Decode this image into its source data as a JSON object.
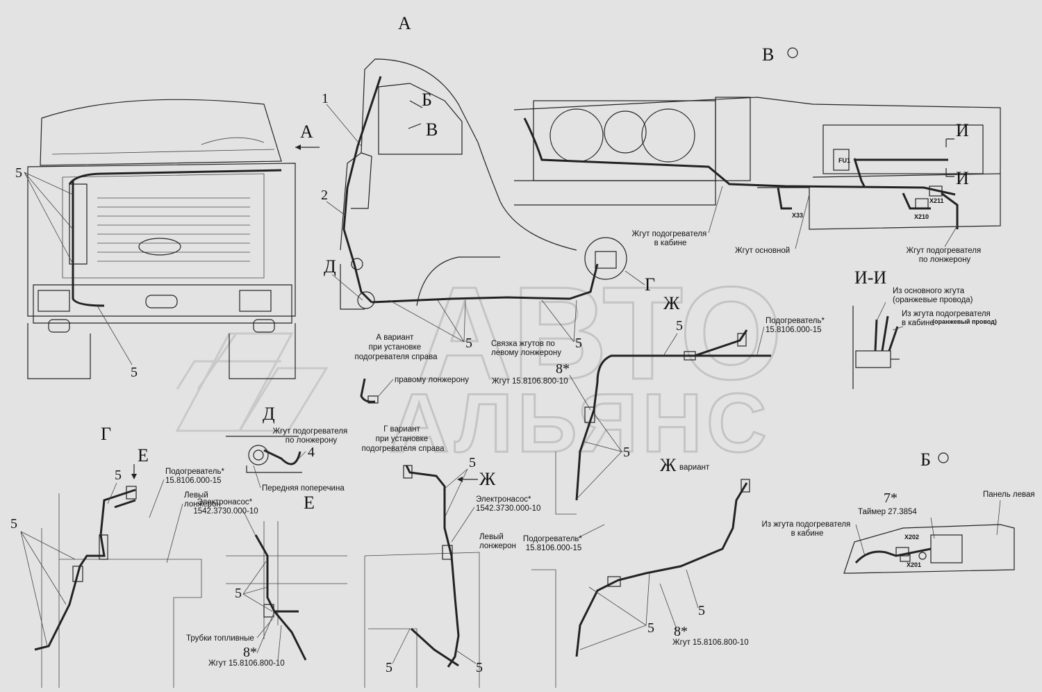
{
  "views": {
    "A": "А",
    "A_arrow": "А",
    "B_view": "В",
    "B_mark": "В",
    "Bv_view": "Б",
    "Bv_mark": "Б",
    "G_mark": "Г",
    "G_view": "Г",
    "D_mark": "Д",
    "D_view": "Д",
    "E_mark": "Е",
    "E_view": "Е",
    "Zh_mark": "Ж",
    "Zh_view": "Ж",
    "Zh_variant": "Ж",
    "I_top": "И",
    "I_bottom": "И",
    "I_section": "И-И"
  },
  "labels": {
    "heater_harness_cab": [
      "Жгут подогревателя",
      "в кабине"
    ],
    "main_harness": "Жгут основной",
    "heater_harness_rail": [
      "Жгут подогревателя",
      "по лонжерону"
    ],
    "from_main_harness": [
      "Из основного жгута",
      "(оранжевые провода)"
    ],
    "from_heater_harness_cab": [
      "Из жгута подогревателя",
      "в кабине"
    ],
    "orange_wire": "(оранжевый провод)",
    "heater_1": [
      "Подогреватель*",
      "15.8106.000-15"
    ],
    "harness_ties": [
      "Связка жгутов по",
      "левому лонжерону"
    ],
    "variant_a": [
      "А вариант",
      "при установке",
      "подогревателя справа"
    ],
    "right_rail": "правому лонжерону",
    "harness_8106": "Жгут 15.8106.800-10",
    "harness_rail_d": [
      "Жгут подогревателя",
      "по лонжерону"
    ],
    "front_crossmember": "Передняя поперечина",
    "variant_g": [
      "Г   вариант",
      "при установке",
      "подогревателя справа"
    ],
    "variant_word": "вариант",
    "heater_g": [
      "Подогреватель*",
      "15.8106.000-15"
    ],
    "left_rail_g": [
      "Левый",
      "лонжерон"
    ],
    "pump_g": [
      "Электронасос*",
      "1542.3730.000-10"
    ],
    "fuel_pipes": "Трубки топливные",
    "harness_g": "Жгут 15.8106.800-10",
    "pump_zh": [
      "Электронасос*",
      "1542.3730.000-10"
    ],
    "left_rail_zh": [
      "Левый",
      "лонжерон"
    ],
    "heater_zh": [
      "Подогреватель*",
      "15.8106.000-15"
    ],
    "harness_zh": "Жгут 15.8106.800-10",
    "panel_left": "Панель левая",
    "timer": "Таймер 27.3854",
    "from_heater_cab_b": [
      "Из жгута подогревателя",
      "в кабине"
    ]
  },
  "connectors": {
    "fu1": "FU1",
    "x211": "X211",
    "x210": "X210",
    "x33": "X33",
    "x202": "X202",
    "x201": "X201"
  },
  "numbers": {
    "n1": "1",
    "n2": "2",
    "n4": "4",
    "n5": "5",
    "n7": "7*",
    "n8": "8*"
  },
  "watermark": {
    "line1": "АВТО",
    "line2": "АЛЬЯНС"
  }
}
